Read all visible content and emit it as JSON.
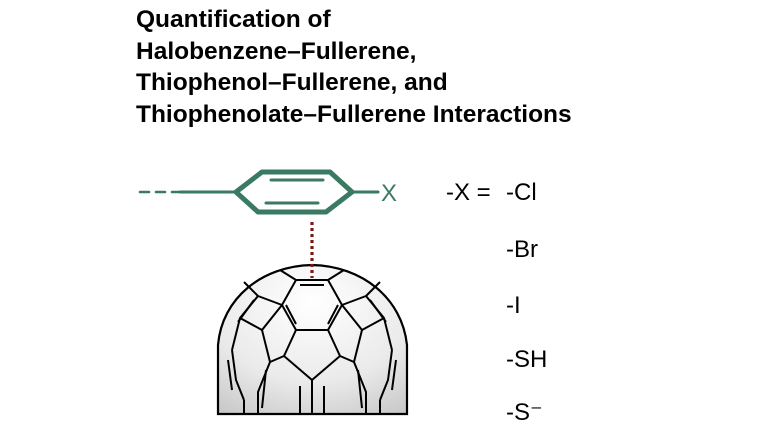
{
  "title": {
    "line1": "Quantification of",
    "line2": "Halobenzene–Fullerene,",
    "line3": "Thiophenol–Fullerene, and",
    "line4": "Thiophenolate–Fullerene Interactions"
  },
  "molecule": {
    "ring_substituent": "X",
    "bond_color": "#3a7a62",
    "interaction_color": "#7a1a14"
  },
  "substituents": {
    "intro": "-X = ",
    "items": [
      "-Cl",
      "-Br",
      "-I",
      "-SH",
      "-S⁻"
    ]
  }
}
